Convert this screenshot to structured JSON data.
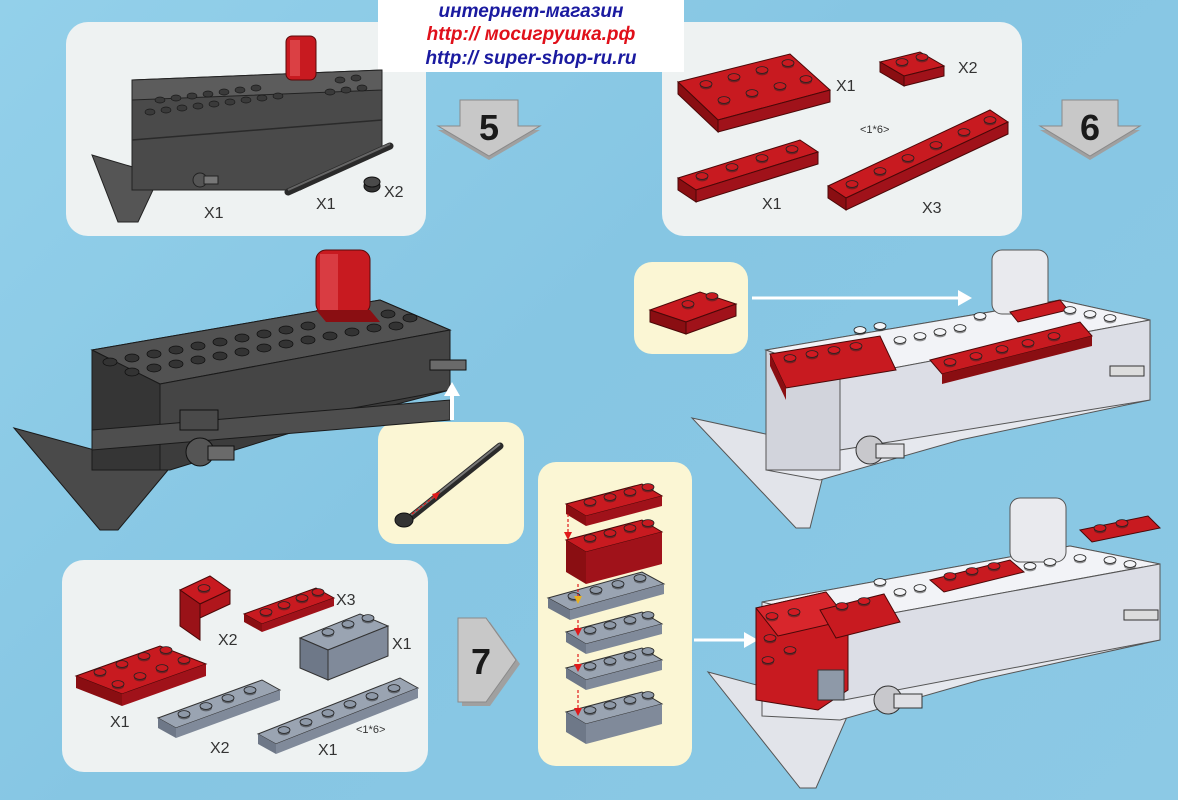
{
  "header": {
    "line1": "интернет-магазин",
    "line2": "http:// мосигрушка.рф",
    "line3": "http:// super-shop-ru.ru"
  },
  "steps": {
    "step5": "5",
    "step6": "6",
    "step7": "7"
  },
  "step5_parts": {
    "body_qty": "X1",
    "rod_qty": "X1",
    "bushing_qty": "X2"
  },
  "step6_parts": {
    "plate_2x4_qty": "X1",
    "plate_1x2_qty": "X2",
    "plate_1x4_qty": "X1",
    "plate_1x6_size": "<1*6>",
    "plate_1x6_qty": "X3"
  },
  "step7_parts": {
    "bracket_qty": "X2",
    "red_plate_1x4_qty": "X3",
    "grey_brick_qty": "X1",
    "red_plate_2x4_qty": "X1",
    "grey_plate_qty": "X2",
    "grey_plate_1x6_size": "<1*6>",
    "grey_plate_1x6_qty": "X1"
  },
  "colors": {
    "background": "#8fcbe6",
    "panel": "#eef2f2",
    "callout": "#fbf6d4",
    "brick_red": "#b8141c",
    "brick_dark": "#4a4a4a",
    "brick_light": "#e6e8ee",
    "brick_grey": "#8e99a8",
    "arrow_grey": "#9c9c9c"
  }
}
